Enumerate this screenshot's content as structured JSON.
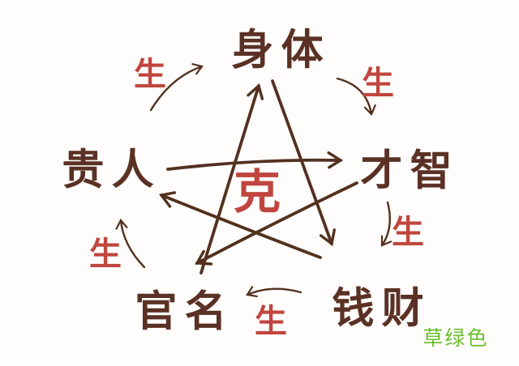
{
  "diagram": {
    "type": "five-element-cycle",
    "center_label": "克",
    "watermark": "草绿色",
    "colors": {
      "node_text": "#5a3124",
      "arrow": "#53301f",
      "accent_red": "#c0463f",
      "watermark_green": "#6cbf2e",
      "background": "#fefdfb"
    },
    "nodes": [
      {
        "id": "shenti",
        "label": "身体",
        "position": "top"
      },
      {
        "id": "caizhi",
        "label": "才智",
        "position": "right"
      },
      {
        "id": "qiancai",
        "label": "钱财",
        "position": "bottom-right"
      },
      {
        "id": "guanming",
        "label": "官名",
        "position": "bottom-left"
      },
      {
        "id": "guiren",
        "label": "贵人",
        "position": "left"
      }
    ],
    "generate_edges": [
      {
        "from": "贵人",
        "to": "身体",
        "label": "生"
      },
      {
        "from": "身体",
        "to": "才智",
        "label": "生"
      },
      {
        "from": "才智",
        "to": "钱财",
        "label": "生"
      },
      {
        "from": "钱财",
        "to": "官名",
        "label": "生"
      },
      {
        "from": "官名",
        "to": "贵人",
        "label": "生"
      }
    ],
    "overcome_edges": [
      {
        "from": "官名",
        "to": "身体",
        "label": "克"
      },
      {
        "from": "身体",
        "to": "钱财",
        "label": "克"
      },
      {
        "from": "贵人",
        "to": "才智",
        "label": "克"
      },
      {
        "from": "钱财",
        "to": "贵人",
        "label": "克"
      },
      {
        "from": "才智",
        "to": "官名",
        "label": "克"
      }
    ]
  }
}
